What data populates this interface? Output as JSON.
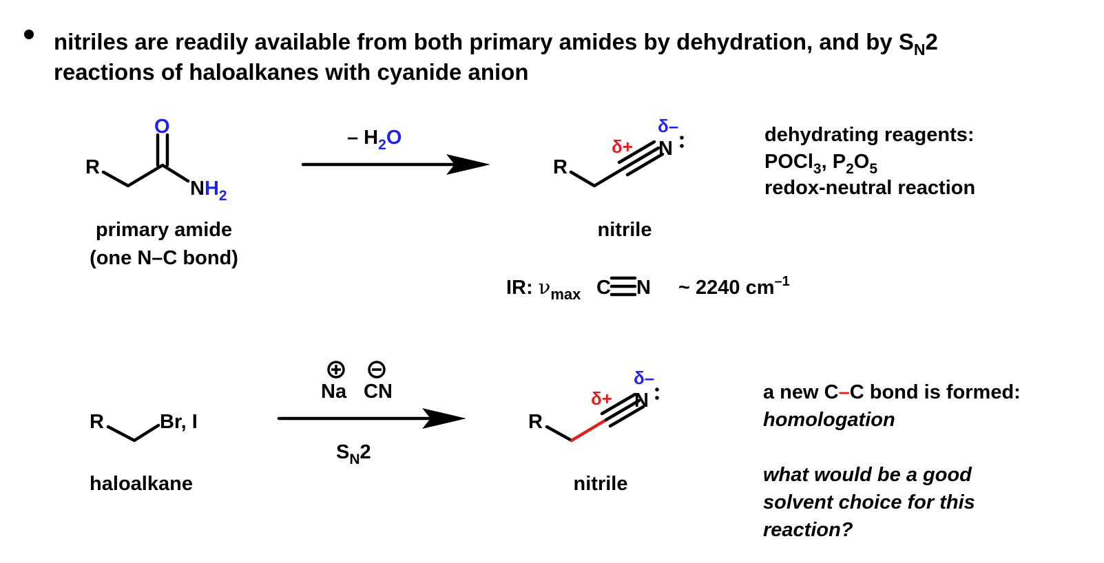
{
  "heading": {
    "line1_pre": "nitriles are readily available from both primary amides by dehydration, and by S",
    "line1_sub": "N",
    "line1_post": "2",
    "line2": "reactions of haloalkanes with cyanide anion"
  },
  "reaction1": {
    "amide_R": "R",
    "amide_O": "O",
    "amide_N": "N",
    "amide_H": "H",
    "amide_sub2": "2",
    "label_line1": "primary amide",
    "label_line2": "(one N–C bond)",
    "arrow_above_pre": "– H",
    "arrow_above_sub": "2",
    "arrow_above_post": "O",
    "product_R": "R",
    "delta_plus": "δ+",
    "delta_minus": "δ–",
    "product_N": "N",
    "product_label": "nitrile",
    "reagents_line1": "dehydrating reagents:",
    "reagents_line2_a": "POCl",
    "reagents_line2_b": "3",
    "reagents_line2_c": ", P",
    "reagents_line2_d": "2",
    "reagents_line2_e": "O",
    "reagents_line2_f": "5",
    "reagents_line3": "redox-neutral reaction"
  },
  "ir": {
    "prefix": "IR: ",
    "nu": "ν",
    "sub": "max",
    "c": "C",
    "n": "N",
    "value": "~ 2240 cm",
    "sup": "–1"
  },
  "reaction2": {
    "halo_R": "R",
    "halo_X": "Br, I",
    "halo_label": "haloalkane",
    "na": "Na",
    "cn": "CN",
    "sn2_s": "S",
    "sn2_sub": "N",
    "sn2_2": "2",
    "product_R": "R",
    "delta_plus": "δ+",
    "delta_minus": "δ–",
    "product_N": "N",
    "product_label": "nitrile",
    "note_line1_a": "a new C",
    "note_line1_dash": "–",
    "note_line1_b": "C bond is formed:",
    "note_line2": "homologation",
    "question_line1": "what would be a good",
    "question_line2": "solvent choice for this",
    "question_line3": "reaction?"
  }
}
